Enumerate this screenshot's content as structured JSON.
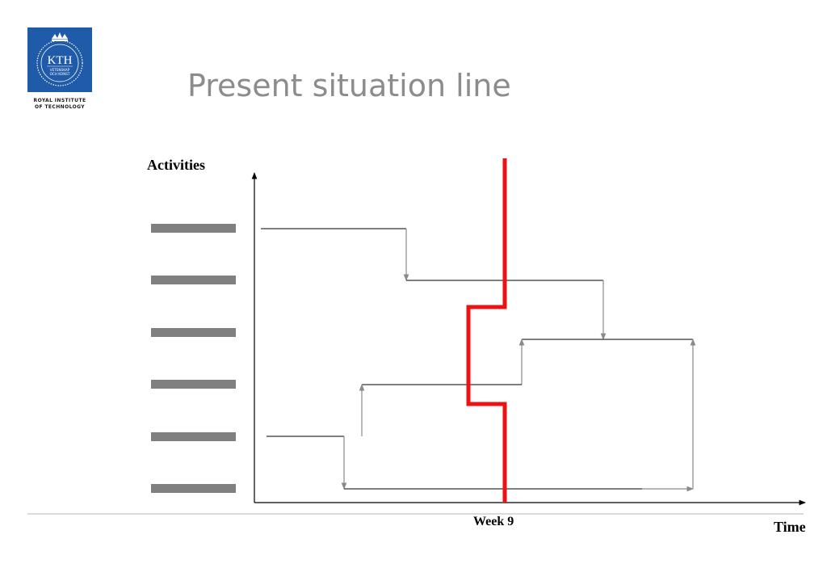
{
  "title": "Present situation line",
  "logo": {
    "wordmark": "KTH",
    "motto": [
      "VETENSKAP",
      "OCH KONST"
    ],
    "subtitle": [
      "ROYAL INSTITUTE",
      "OF TECHNOLOGY"
    ],
    "color": "#1f5ba8"
  },
  "diagram": {
    "y_axis_label": "Activities",
    "x_axis_label": "Time",
    "marker_label": "Week 9",
    "activity_count": 6,
    "present_line_color": "#ee1111",
    "bar_color": "#808080"
  }
}
